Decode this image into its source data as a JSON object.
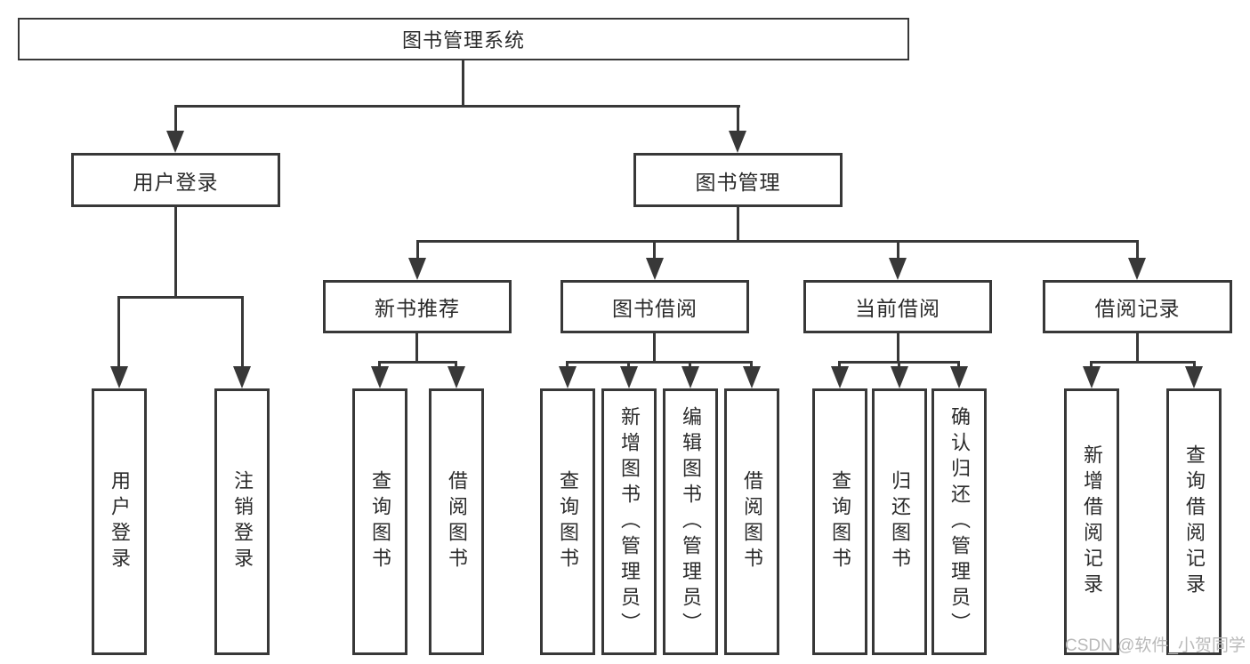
{
  "diagram": {
    "title": "图书管理系统",
    "level2": [
      {
        "label": "用户登录"
      },
      {
        "label": "图书管理"
      }
    ],
    "level3": [
      {
        "label": "新书推荐"
      },
      {
        "label": "图书借阅"
      },
      {
        "label": "当前借阅"
      },
      {
        "label": "借阅记录"
      }
    ],
    "leaves": [
      {
        "label": "用户登录"
      },
      {
        "label": "注销登录"
      },
      {
        "label": "查询图书"
      },
      {
        "label": "借阅图书"
      },
      {
        "label": "查询图书"
      },
      {
        "label": "新增图书（管理员）"
      },
      {
        "label": "编辑图书（管理员）"
      },
      {
        "label": "借阅图书"
      },
      {
        "label": "查询图书"
      },
      {
        "label": "归还图书"
      },
      {
        "label": "确认归还（管理员）"
      },
      {
        "label": "新增借阅记录"
      },
      {
        "label": "查询借阅记录"
      }
    ],
    "colors": {
      "line": "#383838",
      "text": "#2b2b2b",
      "background": "#ffffff",
      "watermark": "#b9b9b9"
    }
  },
  "watermark": "CSDN @软件_小贺同学"
}
